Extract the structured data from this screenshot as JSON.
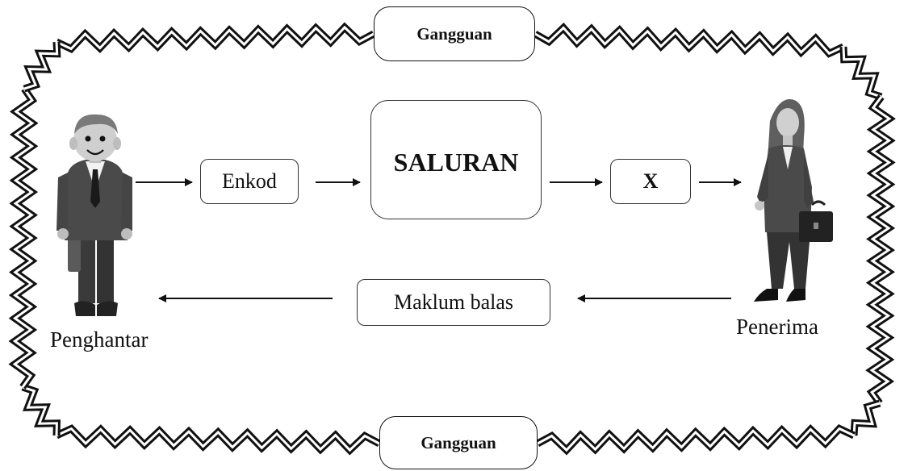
{
  "noise_label_top": "Gangguan",
  "noise_label_bottom": "Gangguan",
  "encode_label": "Enkod",
  "channel_label": "SALURAN",
  "decode_label": "X",
  "feedback_label": "Maklum balas",
  "sender_label": "Penghantar",
  "receiver_label": "Penerima"
}
